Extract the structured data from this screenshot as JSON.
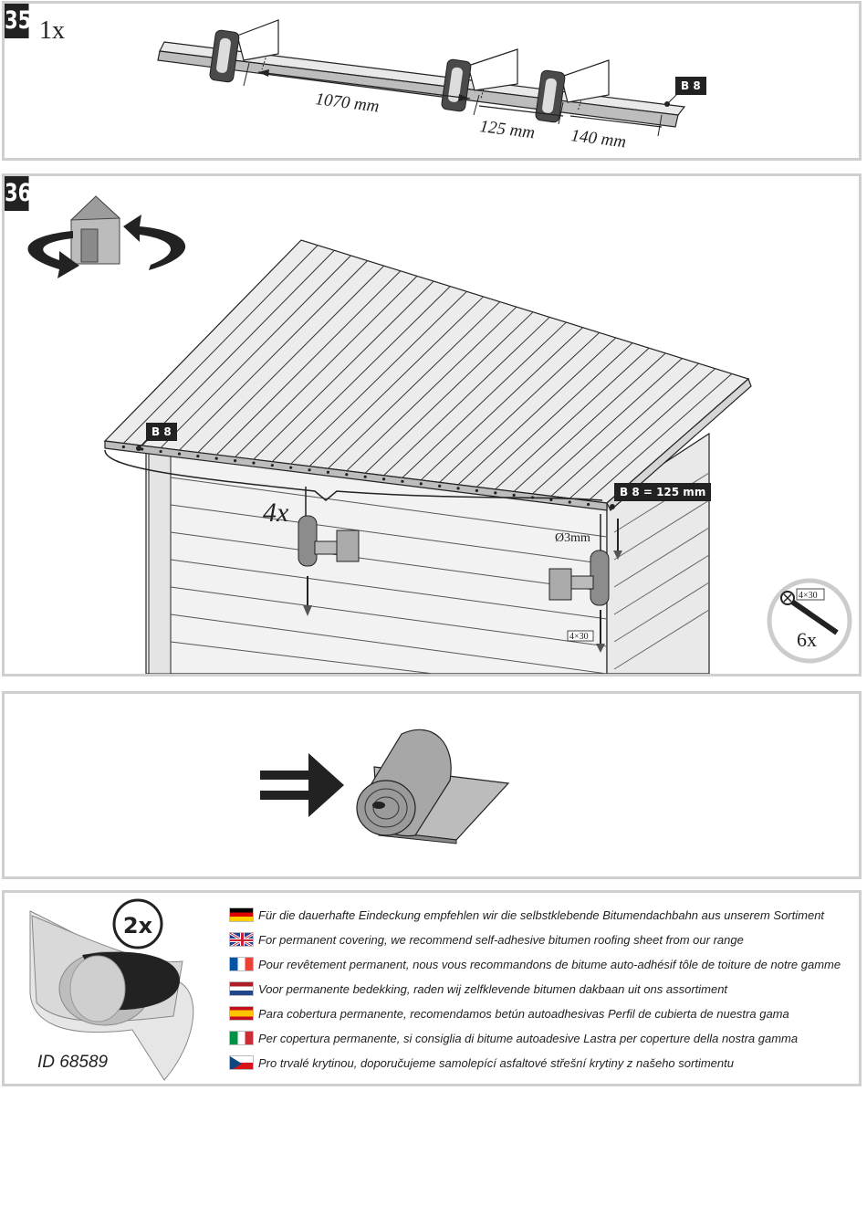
{
  "step35": {
    "number": "35",
    "quantity": "1x",
    "part_label": "B 8",
    "dims": {
      "d1": "1070 mm",
      "d2": "125 mm",
      "d3": "140 mm"
    }
  },
  "step36": {
    "number": "36",
    "part_label": "B 8",
    "part_label_cut": "B 8 = 125 mm",
    "quantity": "4x",
    "drill_diameter": "Ø3mm",
    "screw_size": "4×30",
    "screw_badge_size": "4×30",
    "screw_badge_qty": "6x"
  },
  "info": {
    "quantity": "2x",
    "product_id": "ID 68589",
    "languages": [
      {
        "flag": "de",
        "text": "Für die dauerhafte Eindeckung empfehlen wir die selbstklebende Bitumendachbahn aus unserem Sortiment"
      },
      {
        "flag": "gb",
        "text": "For permanent covering, we recommend self-adhesive bitumen roofing sheet from our range"
      },
      {
        "flag": "fr",
        "text": "Pour revêtement permanent, nous vous recommandons de bitume auto-adhésif tôle de toiture de notre gamme"
      },
      {
        "flag": "nl",
        "text": "Voor permanente bedekking, raden wij zelfklevende bitumen dakbaan uit ons assortiment"
      },
      {
        "flag": "es",
        "text": "Para cobertura permanente, recomendamos betún autoadhesivas Perfil de cubierta de nuestra gama"
      },
      {
        "flag": "it",
        "text": "Per copertura permanente, si consiglia di bitume autoadesive Lastra per coperture della nostra gamma"
      },
      {
        "flag": "cz",
        "text": "Pro trvalé krytinou, doporučujeme samolepící asfaltové střešní krytiny z našeho sortimentu"
      }
    ]
  },
  "colors": {
    "panel_border": "#cfcfcf",
    "ink": "#222222",
    "board": "#e4e4e4",
    "badge_ring": "#cccccc"
  }
}
